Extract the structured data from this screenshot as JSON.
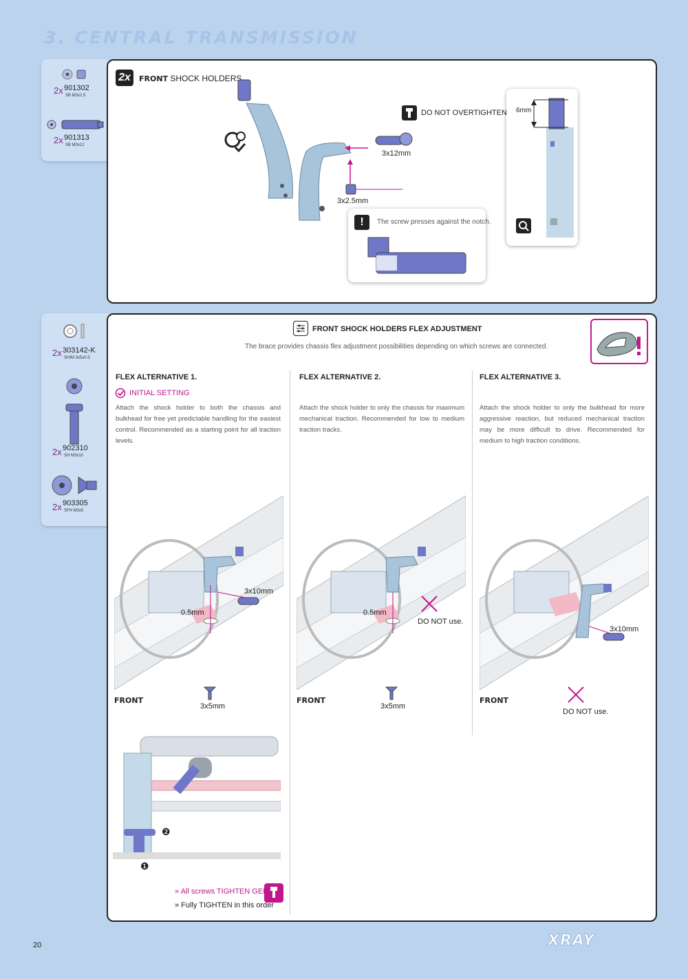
{
  "page": {
    "title": "3. CENTRAL TRANSMISSION",
    "page_number": "20",
    "brand": "XRAY"
  },
  "step1": {
    "qty_badge": "2x",
    "front_label": "FRONT",
    "heading": "SHOCK HOLDERS",
    "parts": [
      {
        "qty": "2x",
        "code": "901302",
        "desc": "SB M3x2.5"
      },
      {
        "qty": "2x",
        "code": "901313",
        "desc": "SB M3x12"
      }
    ],
    "labels": {
      "do_not_overtighten": "DO NOT OVERTIGHTEN",
      "screw_12": "3x12mm",
      "screw_25": "3x2.5mm",
      "dim_6mm": "6mm",
      "note": "The screw presses against the notch."
    }
  },
  "step2": {
    "heading": "FRONT SHOCK HOLDERS FLEX ADJUSTMENT",
    "intro": "The brace provides chassis flex adjustment possibilities depending on which screws are connected.",
    "parts": [
      {
        "qty": "2x",
        "code": "303142-K",
        "desc": "SHIM 3x5x0.5"
      },
      {
        "qty": "2x",
        "code": "902310",
        "desc": "SH M3x10"
      },
      {
        "qty": "2x",
        "code": "903305",
        "desc": "SFH M3x5"
      }
    ],
    "alternatives": [
      {
        "title": "FLEX ALTERNATIVE 1.",
        "setting": "INITIAL SETTING",
        "text": "Attach the shock holder to both the chassis and bulkhead for free yet predictable handling for the easiest control. Recommended as a starting point for all traction levels.",
        "labels": {
          "screw": "3x10mm",
          "shim": "0.5mm",
          "bottom_screw": "3x5mm",
          "front": "FRONT"
        }
      },
      {
        "title": "FLEX ALTERNATIVE 2.",
        "text": "Attach the shock holder to only the chassis for maximum mechanical traction. Recommended for low to medium traction tracks.",
        "labels": {
          "shim": "0.5mm",
          "do_not_use": "DO NOT use.",
          "bottom_screw": "3x5mm",
          "front": "FRONT"
        }
      },
      {
        "title": "FLEX ALTERNATIVE 3.",
        "text": "Attach the shock holder to only the bulkhead for more aggressive reaction, but reduced mechanical traction may be more difficult to drive. Recommended for medium to high traction conditions.",
        "labels": {
          "screw": "3x10mm",
          "do_not_use": "DO NOT use.",
          "front": "FRONT"
        }
      }
    ],
    "order": {
      "num1": "❶",
      "num2": "❷",
      "line1": "» All screws TIGHTEN GENTLY",
      "line2": "» Fully TIGHTEN in this order"
    }
  }
}
